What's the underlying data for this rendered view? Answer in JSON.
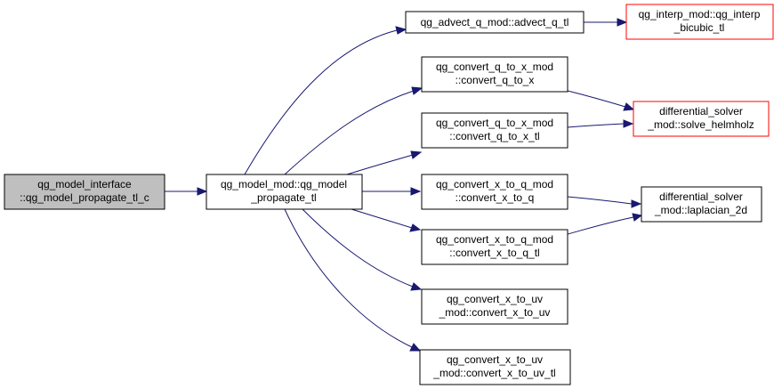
{
  "colors": {
    "edge": "#191970",
    "node_border": "#000000",
    "node_border_external": "#ff0000",
    "node_fill": "#ffffff",
    "node_fill_root": "#bfbfbf"
  },
  "nodes": {
    "root": {
      "line1": "qg_model_interface",
      "line2": "::qg_model_propagate_tl_c"
    },
    "propagate": {
      "line1": "qg_model_mod::qg_model",
      "line2": "_propagate_tl"
    },
    "advect": {
      "line1": "qg_advect_q_mod::advect_q_tl",
      "line2": ""
    },
    "interp": {
      "line1": "qg_interp_mod::qg_interp",
      "line2": "_bicubic_tl"
    },
    "q_to_x": {
      "line1": "qg_convert_q_to_x_mod",
      "line2": "::convert_q_to_x"
    },
    "q_to_x_tl": {
      "line1": "qg_convert_q_to_x_mod",
      "line2": "::convert_q_to_x_tl"
    },
    "helmholz": {
      "line1": "differential_solver",
      "line2": "_mod::solve_helmholz"
    },
    "x_to_q": {
      "line1": "qg_convert_x_to_q_mod",
      "line2": "::convert_x_to_q"
    },
    "x_to_q_tl": {
      "line1": "qg_convert_x_to_q_mod",
      "line2": "::convert_x_to_q_tl"
    },
    "laplacian": {
      "line1": "differential_solver",
      "line2": "_mod::laplacian_2d"
    },
    "x_to_uv": {
      "line1": "qg_convert_x_to_uv",
      "line2": "_mod::convert_x_to_uv"
    },
    "x_to_uv_tl": {
      "line1": "qg_convert_x_to_uv",
      "line2": "_mod::convert_x_to_uv_tl"
    }
  }
}
